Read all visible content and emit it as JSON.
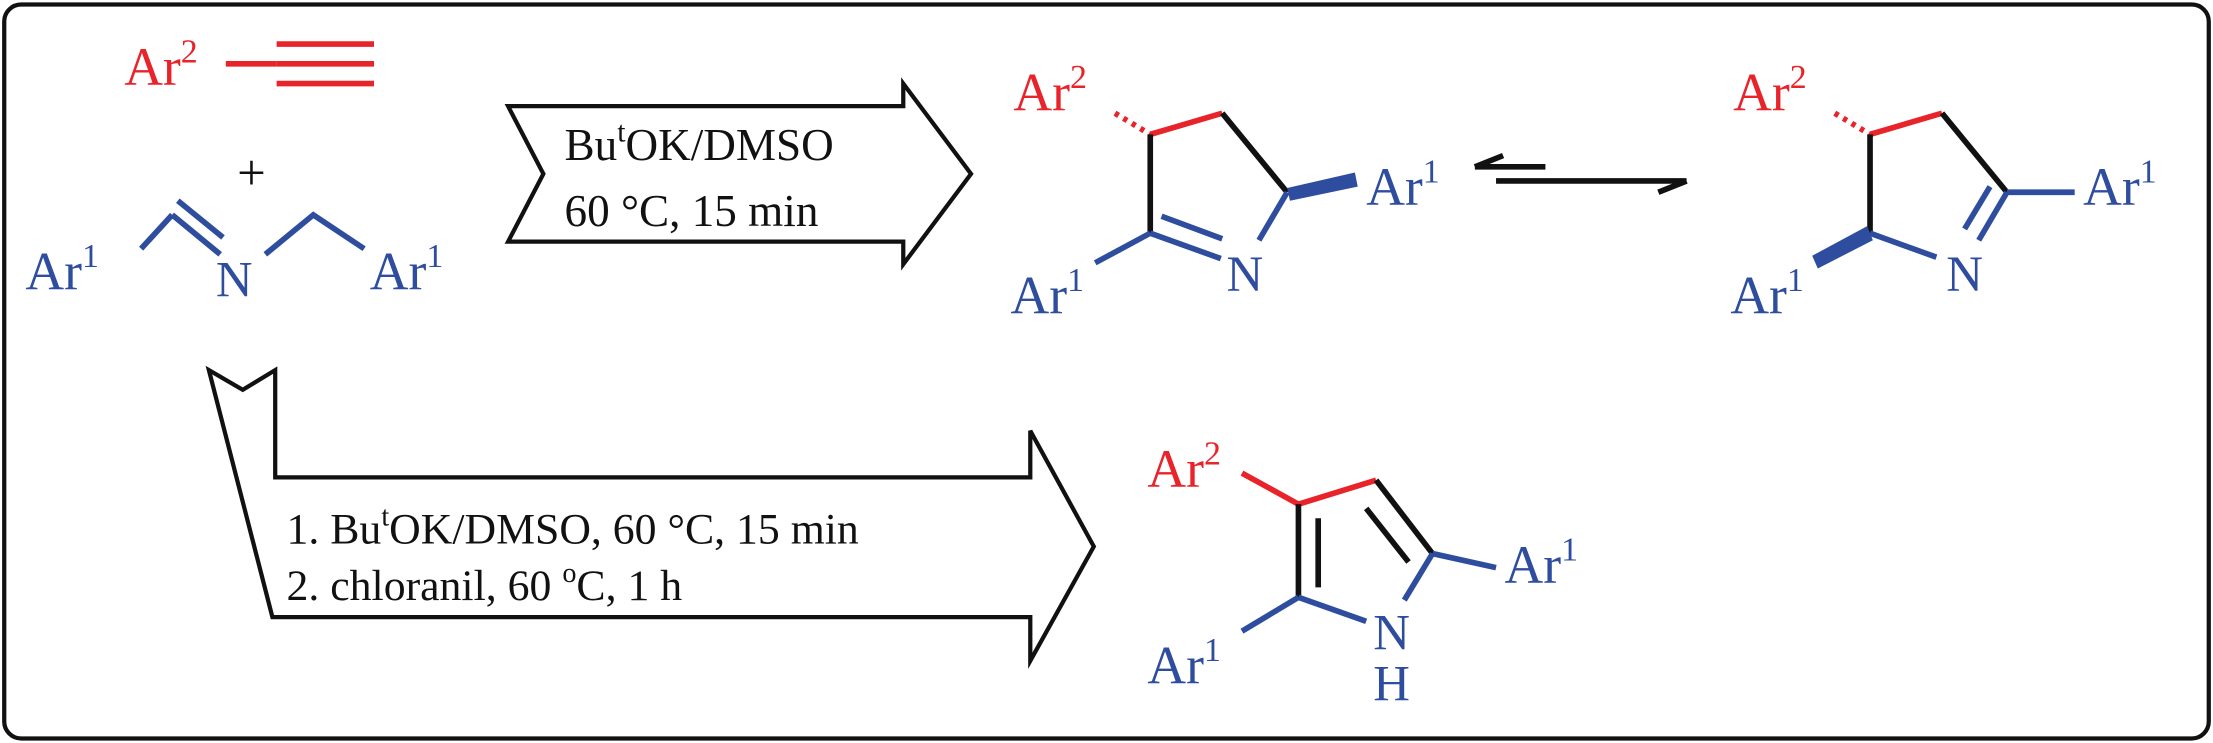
{
  "colors": {
    "ar2": "#e8232a",
    "ar1": "#2e4d9f",
    "bond": "#111111"
  },
  "reactants": {
    "alkyne": {
      "base": "Ar",
      "sup": "2"
    },
    "plus": "+",
    "imine": {
      "left": {
        "base": "Ar",
        "sup": "1"
      },
      "n": "N",
      "right": {
        "base": "Ar",
        "sup": "1"
      }
    }
  },
  "arrow_top": {
    "line1": {
      "pre": "Bu",
      "sup": "t",
      "post": "OK/DMSO"
    },
    "line2": "60 °C, 15 min"
  },
  "product_a": {
    "ar2": {
      "base": "Ar",
      "sup": "2"
    },
    "ar1_right": {
      "base": "Ar",
      "sup": "1"
    },
    "ar1_left": {
      "base": "Ar",
      "sup": "1"
    },
    "n": "N"
  },
  "product_b": {
    "ar2": {
      "base": "Ar",
      "sup": "2"
    },
    "ar1_right": {
      "base": "Ar",
      "sup": "1"
    },
    "ar1_left": {
      "base": "Ar",
      "sup": "1"
    },
    "n": "N"
  },
  "arrow_bottom": {
    "line1": {
      "pre": "1. Bu",
      "sup": "t",
      "post": "OK/DMSO, 60 °C, 15 min"
    },
    "line2": {
      "pre": "2. chloranil, 60 ",
      "sup": "o",
      "post": "C, 1 h"
    }
  },
  "pyrrole": {
    "ar2": {
      "base": "Ar",
      "sup": "2"
    },
    "ar1_right": {
      "base": "Ar",
      "sup": "1"
    },
    "ar1_left": {
      "base": "Ar",
      "sup": "1"
    },
    "n": "N",
    "h": "H"
  }
}
